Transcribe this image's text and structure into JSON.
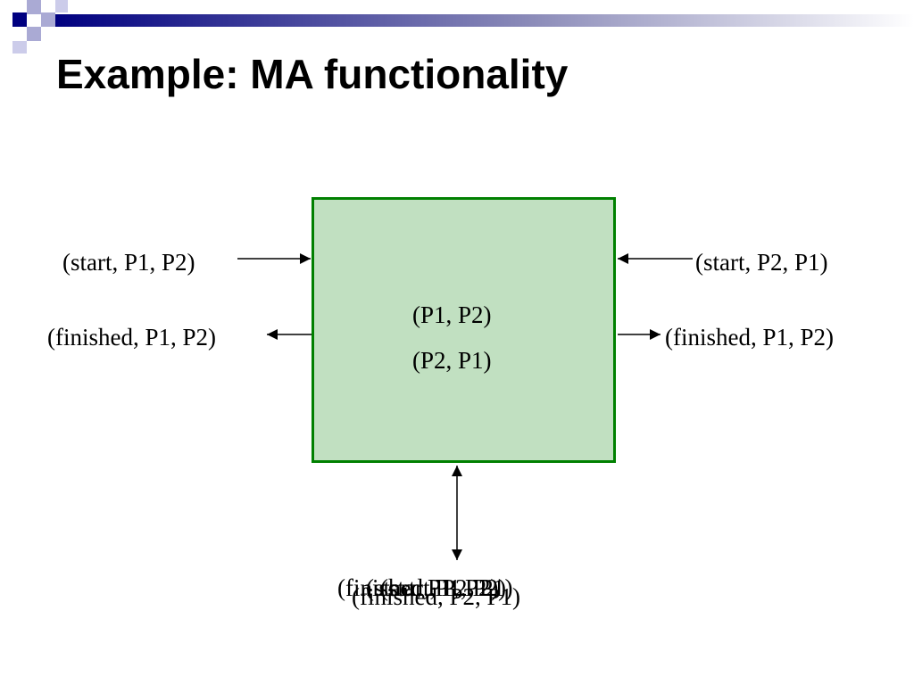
{
  "slide": {
    "title": "Example: MA functionality"
  },
  "diagram": {
    "box_lines": [
      "(P1, P2)",
      "(P2, P1)"
    ],
    "left_in": "(start, P1, P2)",
    "left_out": "(finished, P1, P2)",
    "right_in": "(start, P2, P1)",
    "right_out": "(finished, P1, P2)",
    "bottom_labels": [
      "(finished, P1, P2)",
      "(start, P1, P2)",
      "(start, P2, P1)",
      "(finished, P2, P1)"
    ]
  },
  "colors": {
    "box_fill": "#c1e0c1",
    "box_border": "#008000",
    "decor_dark": "#000080",
    "decor_light": "#9999cc"
  }
}
